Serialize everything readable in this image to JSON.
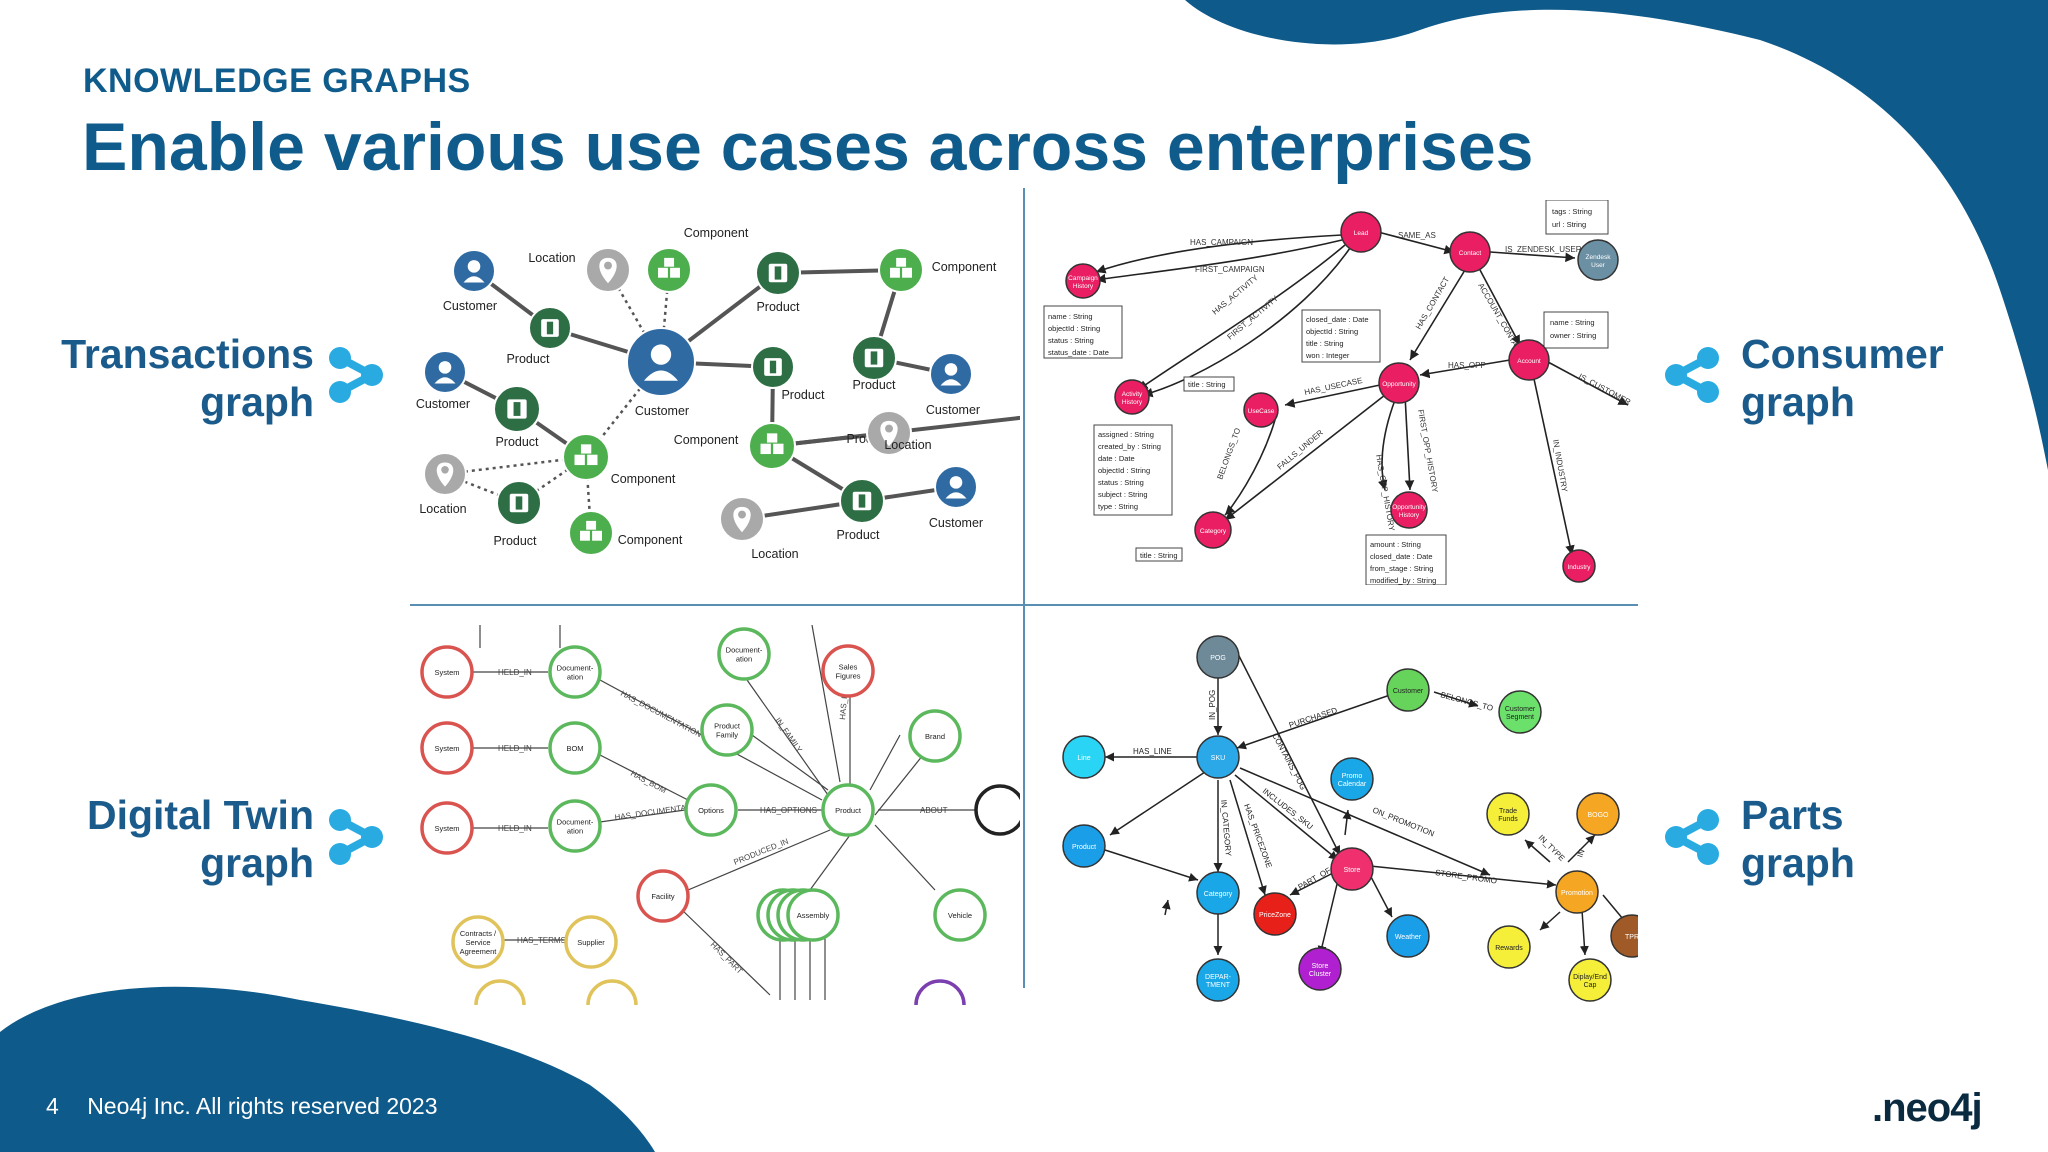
{
  "slide": {
    "kicker": "KNOWLEDGE GRAPHS",
    "title": "Enable various use cases across enterprises",
    "page_number": "4",
    "copyright": "Neo4j Inc. All rights reserved 2023",
    "logo": ".neo4j",
    "colors": {
      "brand_blue": "#0f5c8c",
      "accent_cyan": "#29abe2",
      "footer_blob": "#0e5a8a"
    }
  },
  "graphs": {
    "transactions": {
      "line1": "Transactions",
      "line2": "graph"
    },
    "consumer": {
      "line1": "Consumer",
      "line2": "graph"
    },
    "digital_twin": {
      "line1": "Digital Twin",
      "line2": "graph"
    },
    "parts": {
      "line1": "Parts",
      "line2": "graph"
    }
  },
  "transactions_diagram": {
    "nodes": [
      {
        "label": "Customer",
        "kind": "customer"
      },
      {
        "label": "Location",
        "kind": "location"
      },
      {
        "label": "Component",
        "kind": "component"
      },
      {
        "label": "Product",
        "kind": "product"
      },
      {
        "label": "Component",
        "kind": "component"
      },
      {
        "label": "Product",
        "kind": "product"
      },
      {
        "label": "Customer",
        "kind": "customer"
      },
      {
        "label": "Customer",
        "kind": "customer"
      },
      {
        "label": "Product",
        "kind": "product"
      },
      {
        "label": "Product",
        "kind": "product"
      },
      {
        "label": "Product",
        "kind": "product"
      },
      {
        "label": "Customer",
        "kind": "customer"
      },
      {
        "label": "Product",
        "kind": "product"
      },
      {
        "label": "Component",
        "kind": "component"
      },
      {
        "label": "Component",
        "kind": "component"
      },
      {
        "label": "Location",
        "kind": "location"
      },
      {
        "label": "Location",
        "kind": "location"
      },
      {
        "label": "Product",
        "kind": "product"
      },
      {
        "label": "Component",
        "kind": "component"
      },
      {
        "label": "Location",
        "kind": "location"
      },
      {
        "label": "Product",
        "kind": "product"
      },
      {
        "label": "Customer",
        "kind": "customer"
      }
    ]
  },
  "consumer_diagram": {
    "nodes": [
      "Lead",
      "Contact",
      "Zendesk User",
      "Campaign History",
      "Account",
      "Activity History",
      "UseCase",
      "Opportunity",
      "Category",
      "Opportunity History",
      "Industry"
    ],
    "edges": [
      "HAS_CAMPAIGN",
      "FIRST_CAMPAIGN",
      "SAME_AS",
      "IS_ZENDESK_USER",
      "HAS_ACTIVITY",
      "FIRST_ACTIVITY",
      "HAS_CONTACT",
      "ACCOUNT_CONTACT",
      "HAS_OPP",
      "HAS_USECASE",
      "IS_CUSTOMER",
      "BELONGS_TO",
      "FALLS_UNDER",
      "IN_INDUSTRY",
      "FIRST_OPP_HISTORY",
      "HAS_OPP_HISTORY"
    ],
    "properties": [
      "name : String",
      "objectId : String",
      "status : String",
      "status_date : Date",
      "closed_date : Date",
      "objectId : String",
      "title : String",
      "won : Integer",
      "title : String",
      "assigned : String",
      "created_by : String",
      "date : Date",
      "objectId : String",
      "status : String",
      "subject : String",
      "type : String",
      "tags : String",
      "url : String",
      "name : String",
      "owner : String",
      "amount : String",
      "closed_date : Date",
      "from_stage : String",
      "modified_by : String",
      "title : String"
    ]
  },
  "twin_diagram": {
    "nodes": [
      "System",
      "System",
      "System",
      "Document-ation",
      "BOM",
      "Document-ation",
      "Document-ation",
      "Product Family",
      "Options",
      "Sales Figures",
      "Product",
      "Brand",
      "Facility",
      "Assembly",
      "Vehicle",
      "Contracts / Service Agreement",
      "Supplier"
    ],
    "edges": [
      "HELD_IN",
      "HELD_IN",
      "HELD_IN",
      "HAS_DOCUMENTATION",
      "HAS_BOM",
      "HAS_DOCUMENTATION",
      "HAS_OPTIONS",
      "HAS_FIGURES",
      "IN_FAMILY",
      "ABOUT",
      "PRODUCED_IN",
      "HAS_TERMS",
      "HAS_PART"
    ]
  },
  "parts_diagram": {
    "nodes": [
      "POG",
      "Customer",
      "Customer Segment",
      "Line",
      "SKU",
      "Promo Calendar",
      "Trade Funds",
      "BOGO",
      "Product",
      "Store",
      "Category",
      "PriceZone",
      "Weather",
      "Promotion",
      "Rewards",
      "TPR",
      "DEPAR-TMENT",
      "Store Cluster",
      "Diplay/End Cap"
    ],
    "edges": [
      "IN_POG",
      "PURCHASED",
      "BELONGS_TO",
      "HAS_LINE",
      "CONTAINS_POG",
      "INCLUDES_SKU",
      "ON_PROMOTION",
      "IN_CATEGORY",
      "HAS_PRICEZONE",
      "PART_OF",
      "STORE_PROMO",
      "IN_TYPE",
      "IN"
    ]
  }
}
